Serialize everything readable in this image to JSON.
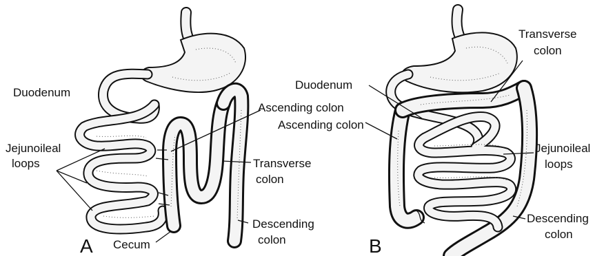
{
  "panel_a": {
    "letter": "A",
    "labels": {
      "duodenum": "Duodenum",
      "jejunoileal_1": "Jejunoileal",
      "jejunoileal_2": "loops",
      "ascending_colon": "Ascending colon",
      "transverse_1": "Transverse",
      "transverse_2": "colon",
      "descending_1": "Descending",
      "descending_2": "colon",
      "cecum": "Cecum"
    }
  },
  "panel_b": {
    "letter": "B",
    "labels": {
      "transverse_1": "Transverse",
      "transverse_2": "colon",
      "duodenum": "Duodenum",
      "ascending_colon": "Ascending colon",
      "jejunoileal_1": "Jejunoileal",
      "jejunoileal_2": "loops",
      "descending_1": "Descending",
      "descending_2": "colon"
    }
  },
  "colors": {
    "ink": "#111111",
    "fill": "#f4f4f4",
    "stipple": "#555555"
  }
}
